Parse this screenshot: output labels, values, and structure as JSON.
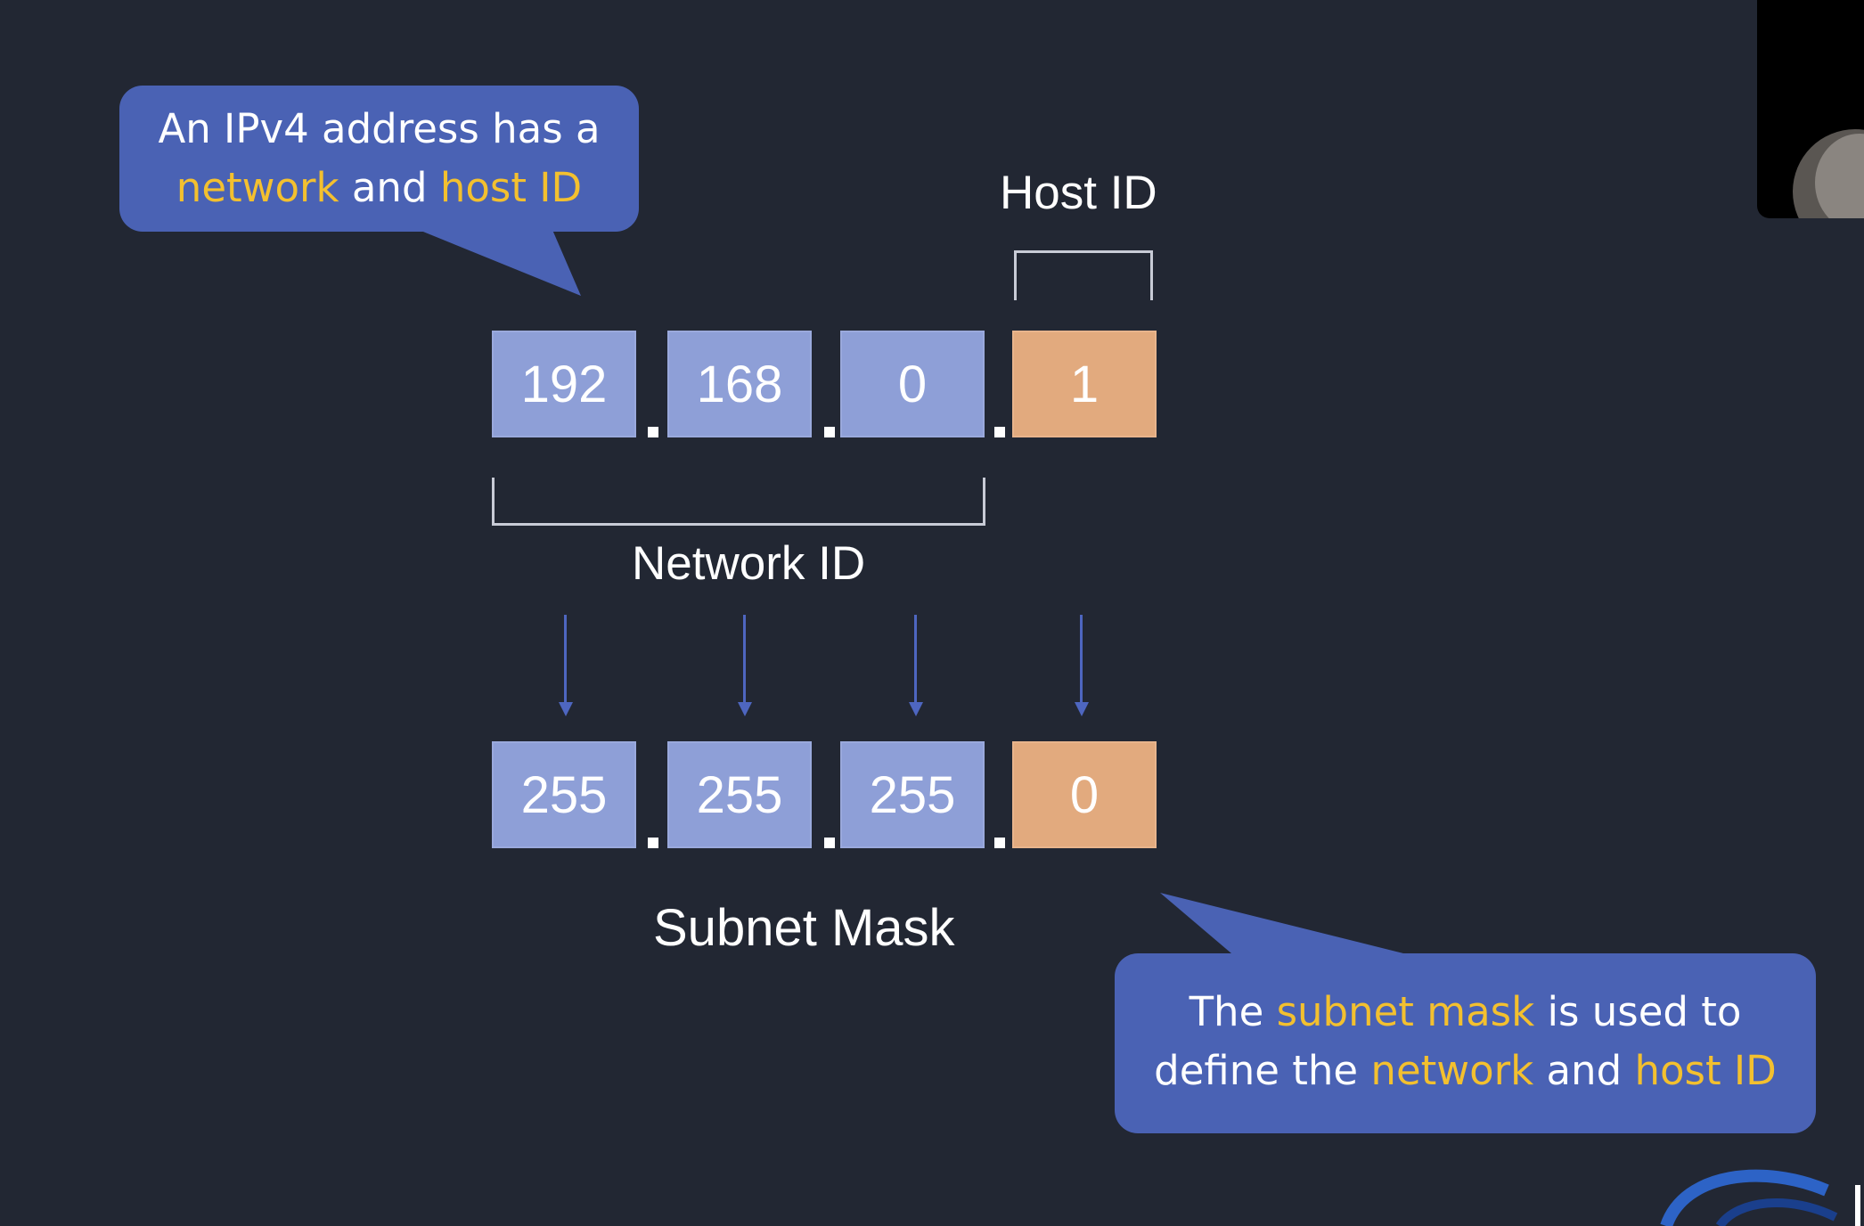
{
  "callout_top": {
    "line1": "An IPv4 address has a",
    "word_network": "network",
    "word_and": " and ",
    "word_host_id": "host ID"
  },
  "callout_bottom": {
    "the": "The ",
    "word_subnet_mask": "subnet mask",
    "rest_line1": " is used to",
    "define_the": "define the ",
    "word_network": "network",
    "word_and": " and ",
    "word_host_id": "host ID"
  },
  "labels": {
    "host_id": "Host ID",
    "network_id": "Network ID",
    "subnet_mask": "Subnet Mask"
  },
  "ip_address": [
    "192",
    "168",
    "0",
    "1"
  ],
  "subnet_mask": [
    "255",
    "255",
    "255",
    "0"
  ],
  "colors": {
    "background": "#222733",
    "callout": "#4a62b4",
    "highlight": "#f3c02f",
    "network_octet": "#8e9fd7",
    "host_octet": "#e2aa7e",
    "arrow": "#4e66c0"
  }
}
